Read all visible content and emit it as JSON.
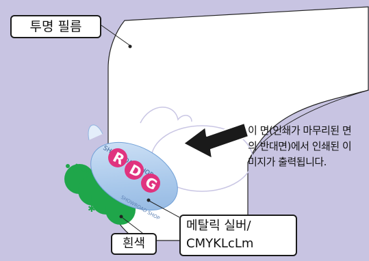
{
  "labels": {
    "transparent_film": "투명 필름",
    "white_ink": "흰색",
    "metallic_line1": "메탈릭 실버/",
    "metallic_line2": "CMYKLcLm"
  },
  "note_lines": [
    "이 면(인쇄가 마무리된 면",
    "의 반대면)에서 인쇄된 이",
    "미지가 출력됩니다."
  ],
  "sticker": {
    "logo_text": "RDG",
    "arc_text": "SHOWROAD SHOP",
    "white_layer_text": "SHOWROAD SHOP"
  },
  "colors": {
    "background": "#c8c4e2",
    "film": "#ffffff",
    "sticker_blue": "#a7c7ea",
    "logo_pink": "#e0337f",
    "white_layer_green": "#1fa64a",
    "arrow_dark": "#1a1a1a"
  }
}
